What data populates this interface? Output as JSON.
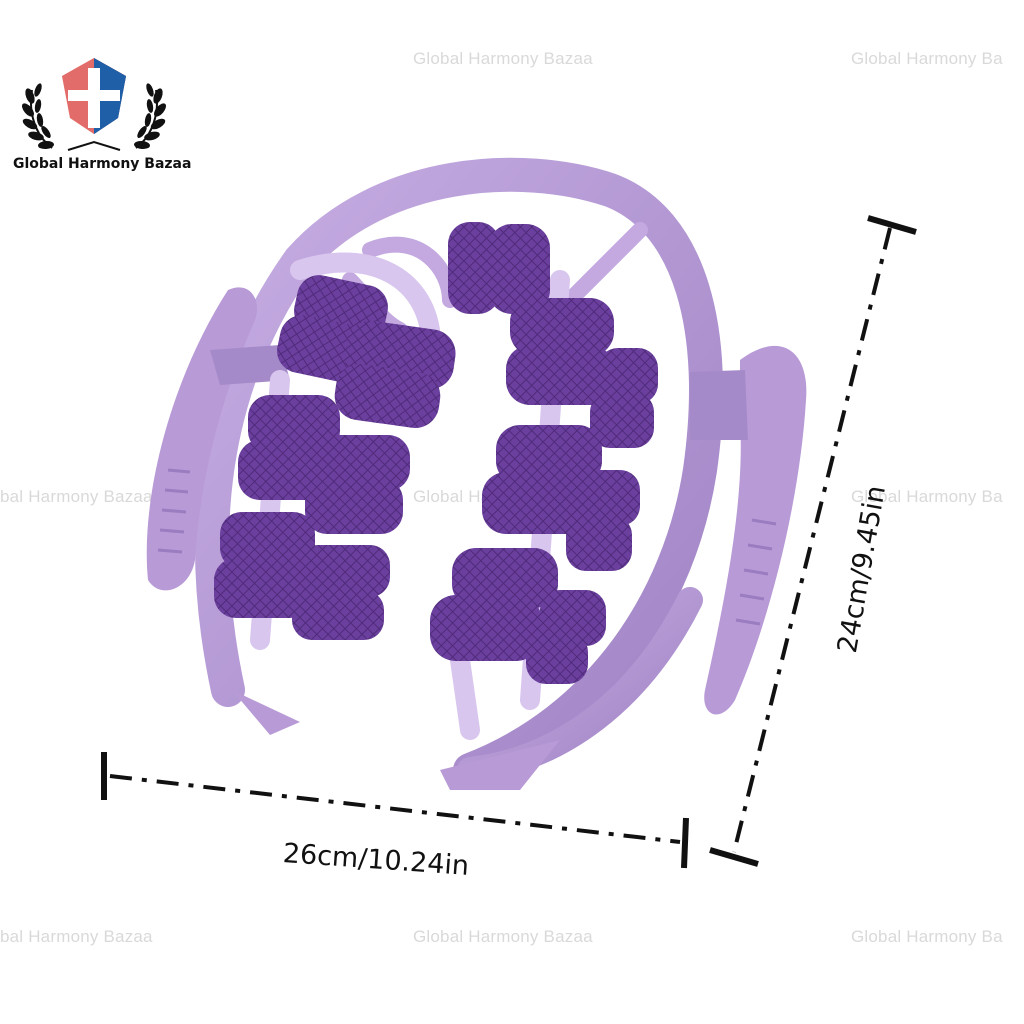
{
  "brand": {
    "name": "Global Harmony Bazaa",
    "logo_icon": "shield-cross-laurel-icon",
    "colors": {
      "red": "#e8342f",
      "blue": "#1f5fa8",
      "white": "#ffffff",
      "laurel": "#111111"
    }
  },
  "watermarks": [
    "Global Harmony Bazaa",
    "Global Harmony Ba",
    "bal Harmony Bazaa",
    "Global Harmony Bazaa",
    "Global Harmony Ba",
    "bal Harmony Bazaa",
    "Global Harmony Bazaa",
    "Global Harmony Ba"
  ],
  "product": {
    "icon": "leg-roller-massager-icon",
    "colors": {
      "frame": "#b89ad6",
      "frame_dark": "#9a7cc0",
      "roller": "#6b3f9e",
      "roller_dark": "#4f2b7a"
    }
  },
  "dimensions": {
    "width_label": "26cm/10.24in",
    "height_label": "24cm/9.45in"
  }
}
